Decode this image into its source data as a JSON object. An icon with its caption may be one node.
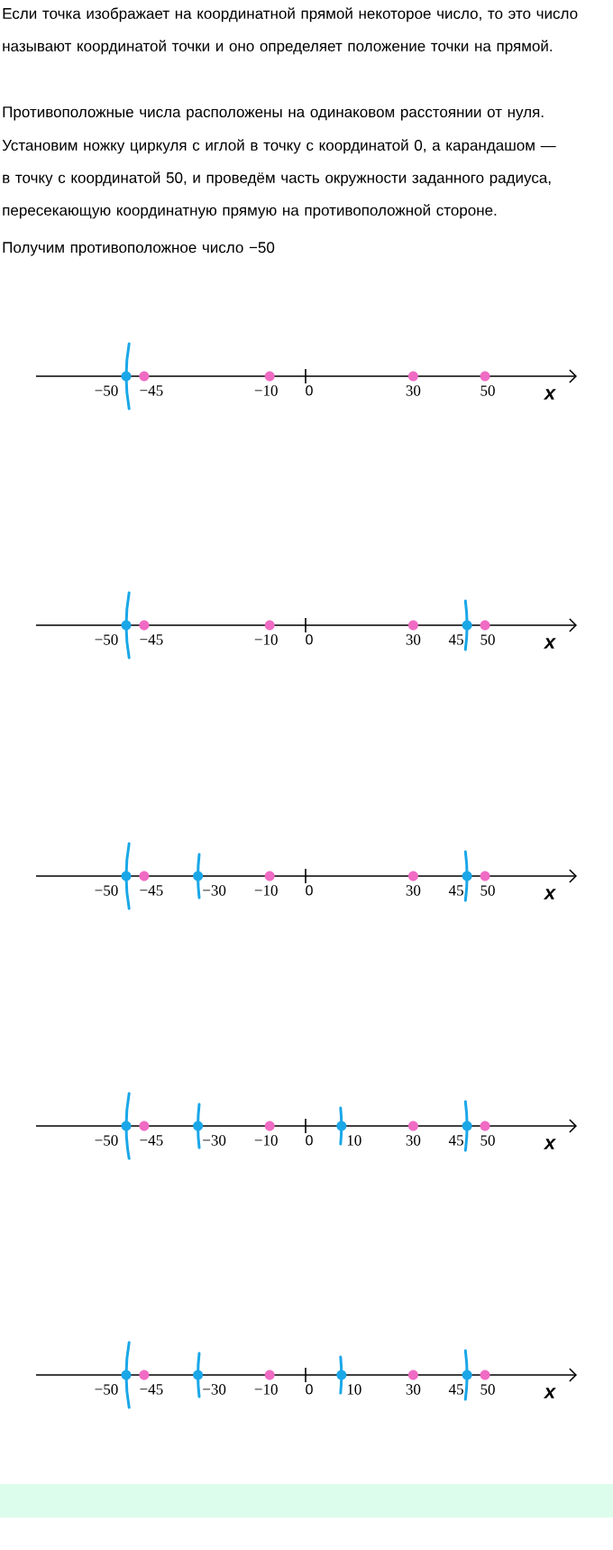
{
  "diagram": {
    "labels": [
      "Если точка изображает на координатной прямой некоторое число, то это число называют координатой точки и оно определяет положение точки на прямой.",
      "Противоположные числа расположены на одинаковом расстоянии от нуля.",
      "Установим ножку циркуля с иглой в точку с координатой 0, а карандашом — в точку с координатой 50, и проведём часть окружности заданного радиуса, пересекающую координатную прямую на противоположной стороне.",
      "Получим противоположное число −50",
      "−50",
      "−45",
      "−10",
      "0",
      "30",
      "50",
      "x",
      "−50",
      "−45",
      "−10",
      "0",
      "30",
      "45",
      "50",
      "x",
      "−50",
      "−45",
      "−30",
      "−10",
      "0",
      "30",
      "45",
      "50",
      "x",
      "−50",
      "−45",
      "−30",
      "−10",
      "0",
      "10",
      "30",
      "45",
      "50",
      "x",
      "−50",
      "−45",
      "−30",
      "−10",
      "0",
      "10",
      "30",
      "45",
      "50",
      "x"
    ]
  }
}
